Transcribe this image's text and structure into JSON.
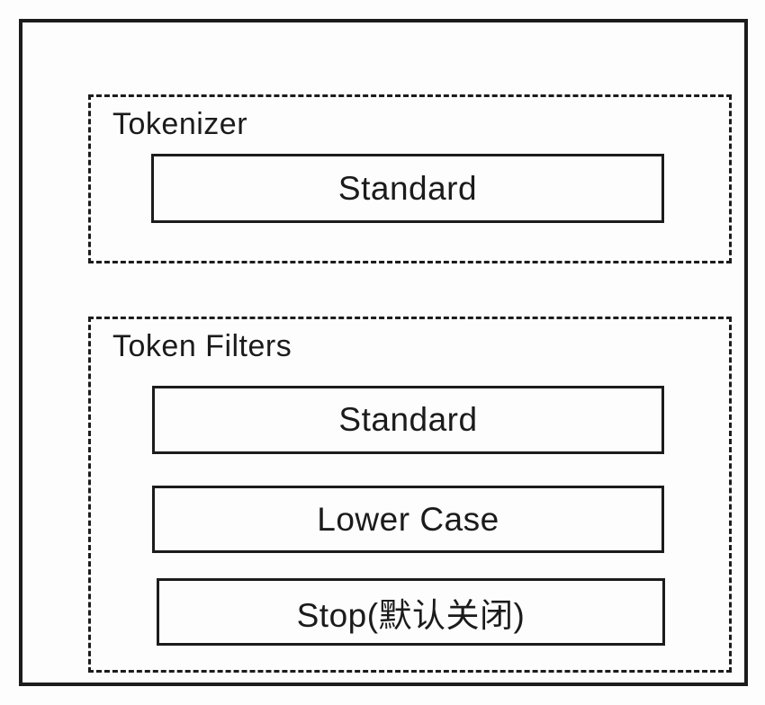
{
  "diagram": {
    "sections": [
      {
        "label": "Tokenizer",
        "nodes": [
          "Standard"
        ]
      },
      {
        "label": "Token Filters",
        "nodes": [
          "Standard",
          "Lower Case",
          "Stop(默认关闭)"
        ]
      }
    ]
  },
  "colors": {
    "stroke": "#1c1c1c",
    "text": "#1b1b1b",
    "background": "#fdfdfd"
  }
}
